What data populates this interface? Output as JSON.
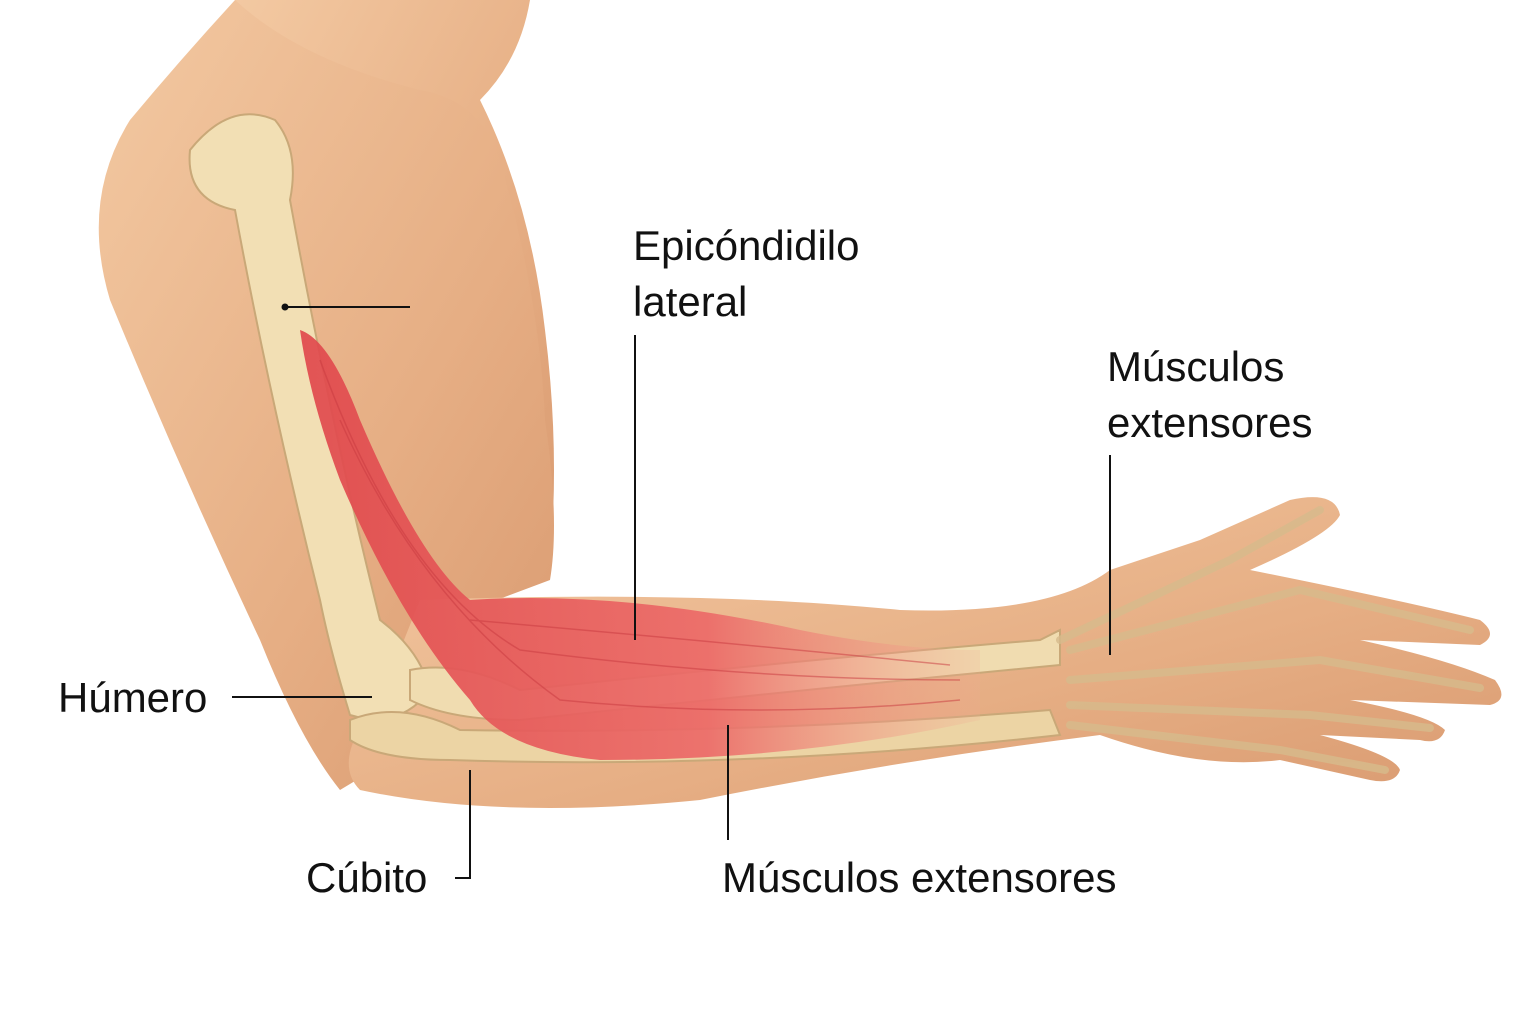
{
  "labels": {
    "epicondyle_line1": "Epicóndidilo",
    "epicondyle_line2": "lateral",
    "extensors_top_line1": "Músculos",
    "extensors_top_line2": "extensores",
    "humerus": "Húmero",
    "ulna": "Cúbito",
    "extensors_bottom": "Músculos extensores"
  },
  "colors": {
    "skin": "#e8b48a",
    "bone": "#f0dcb0",
    "muscle": "#e8585a",
    "leader": "#111111"
  }
}
